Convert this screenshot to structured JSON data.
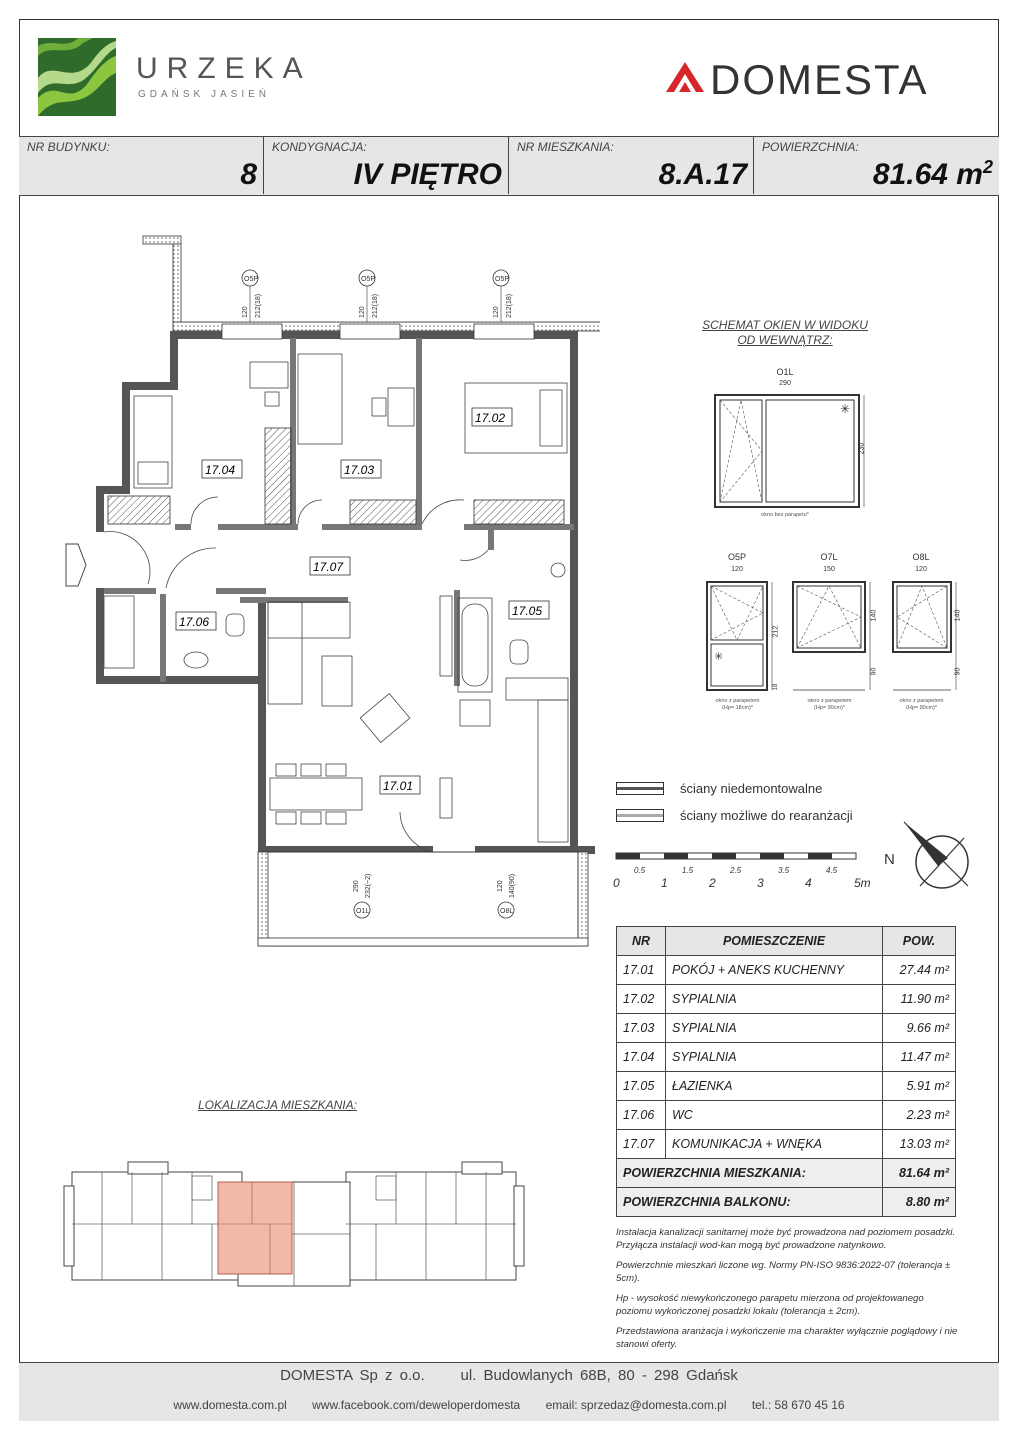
{
  "brand": {
    "project_name": "URZEKA",
    "project_sub": "GDAŃSK JASIEŃ",
    "developer": "DOMESTA"
  },
  "info": {
    "building_label": "NR BUDYNKU:",
    "building_value": "8",
    "floor_label": "KONDYGNACJA:",
    "floor_value": "IV PIĘTRO",
    "apartment_label": "NR MIESZKANIA:",
    "apartment_value": "8.A.17",
    "area_label": "POWIERZCHNIA:",
    "area_value": "81.64 m",
    "area_unit_sup": "2"
  },
  "plan": {
    "rooms": [
      "17.01",
      "17.02",
      "17.03",
      "17.04",
      "17.05",
      "17.06",
      "17.07"
    ],
    "window_tags": [
      "O5P",
      "O5P",
      "O5P",
      "O1L",
      "O8L"
    ],
    "window_dims": [
      "120",
      "212(18)",
      "120",
      "212(18)",
      "120",
      "212(18)",
      "290",
      "232(~2)",
      "120",
      "140(90)"
    ]
  },
  "schema": {
    "title_line1": "SCHEMAT OKIEN W WIDOKU",
    "title_line2": "OD WEWNĄTRZ:",
    "o1l": {
      "name": "O1L",
      "width": "290",
      "height": "230",
      "note": "okno bez parapetu*"
    },
    "o5p": {
      "name": "O5P",
      "width": "120",
      "height": "212",
      "sill": "18",
      "note1": "okno z parapetem",
      "note2": "(Hp= 18cm)*"
    },
    "o7l": {
      "name": "O7L",
      "width": "150",
      "height": "140",
      "sill": "90",
      "note1": "okno z parapetem",
      "note2": "(Hp= 90cm)*"
    },
    "o8l": {
      "name": "O8L",
      "width": "120",
      "height": "140",
      "sill": "90",
      "note1": "okno z parapetem",
      "note2": "(Hp= 90cm)*"
    }
  },
  "legend": {
    "fixed_walls": "ściany niedemontowalne",
    "movable_walls": "ściany możliwe do rearanżacji"
  },
  "scale": {
    "labels": [
      "0",
      "0.5",
      "1",
      "1.5",
      "2",
      "2.5",
      "3",
      "3.5",
      "4",
      "4.5",
      "5m"
    ],
    "north": "N"
  },
  "table": {
    "headers": [
      "NR",
      "POMIESZCZENIE",
      "POW."
    ],
    "rows": [
      [
        "17.01",
        "POKÓJ + ANEKS KUCHENNY",
        "27.44 m²"
      ],
      [
        "17.02",
        "SYPIALNIA",
        "11.90 m²"
      ],
      [
        "17.03",
        "SYPIALNIA",
        "9.66 m²"
      ],
      [
        "17.04",
        "SYPIALNIA",
        "11.47 m²"
      ],
      [
        "17.05",
        "ŁAZIENKA",
        "5.91 m²"
      ],
      [
        "17.06",
        "WC",
        "2.23 m²"
      ],
      [
        "17.07",
        "KOMUNIKACJA + WNĘKA",
        "13.03 m²"
      ]
    ],
    "total_apartment_label": "POWIERZCHNIA MIESZKANIA:",
    "total_apartment_value": "81.64 m²",
    "total_balcony_label": "POWIERZCHNIA BALKONU:",
    "total_balcony_value": "8.80 m²"
  },
  "notes": [
    "Instalacja kanalizacji sanitarnej może być prowadzona nad poziomem posadzki. Przyłącza instalacji wod-kan mogą być prowadzone natynkowo.",
    "Powierzchnie mieszkań liczone wg. Normy PN-ISO 9836:2022-07 (tolerancja ± 5cm).",
    "Hp - wysokość niewykończonego parapetu mierzona od projektowanego poziomu wykończonej posadzki lokalu (tolerancja ± 2cm).",
    "Przedstawiona aranżacja i wykończenie ma charakter wyłącznie poglądowy i nie stanowi oferty."
  ],
  "location": {
    "title": "LOKALIZACJA MIESZKANIA:",
    "highlight_color": "#f2b9a6"
  },
  "footer": {
    "company": "DOMESTA Sp z o.o.",
    "address": "ul. Budowlanych 68B, 80 - 298 Gdańsk",
    "website": "www.domesta.com.pl",
    "facebook": "www.facebook.com/deweloperdomesta",
    "email": "email: sprzedaz@domesta.com.pl",
    "phone": "tel.: 58 670 45 16"
  },
  "colors": {
    "logo_green_dark": "#2f6b2a",
    "logo_green_light": "#8cc63f",
    "domesta_red": "#d7262b",
    "bar_gray": "#e6e6e6"
  }
}
